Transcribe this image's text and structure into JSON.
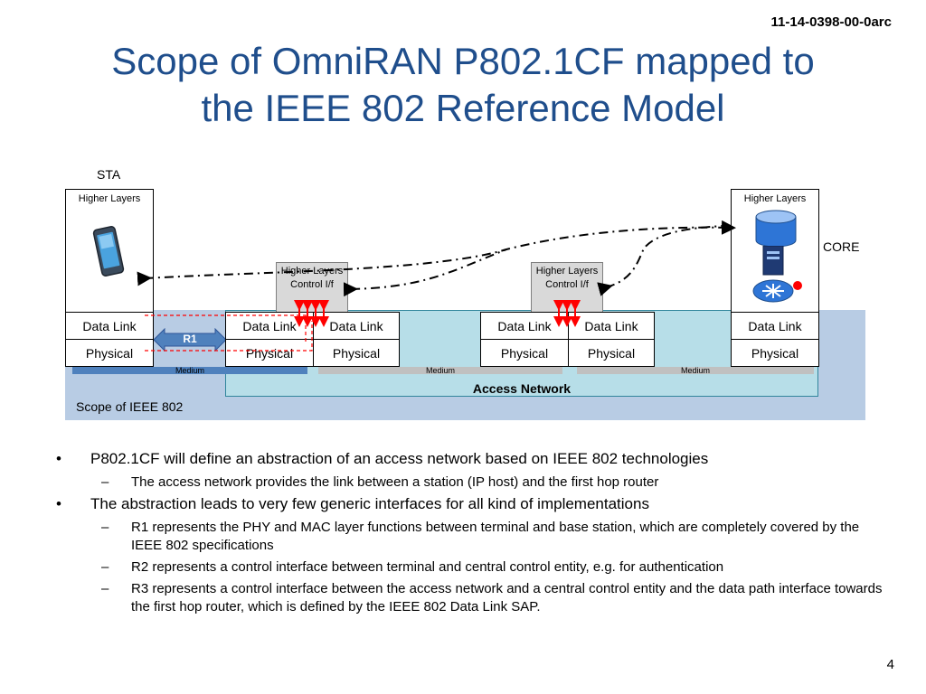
{
  "doc_id": "11-14-0398-00-0arc",
  "title_line1": "Scope of OmniRAN P802.1CF mapped to",
  "title_line2": "the IEEE 802 Reference Model",
  "diagram": {
    "sta_label": "STA",
    "core_label": "CORE",
    "higher_layers": "Higher Layers",
    "control_if_line1": "Higher Layers",
    "control_if_line2": "Control I/f",
    "data_link": "Data Link",
    "physical": "Physical",
    "medium": "Medium",
    "r1": "R1",
    "access_network": "Access Network",
    "scope_ieee802": "Scope of IEEE 802"
  },
  "bullets": [
    {
      "text": "P802.1CF will define an abstraction of an access network based on IEEE 802 technologies",
      "sub": [
        "The access network provides the link between a station (IP host) and the first hop router"
      ]
    },
    {
      "text": "The abstraction leads to very few generic interfaces for all kind of implementations",
      "sub": [
        "R1 represents the PHY and MAC layer functions between terminal and base station, which are completely covered by the IEEE 802 specifications",
        "R2 represents a control interface between terminal and central control entity, e.g. for authentication",
        "R3 represents a control interface between the access network and a central control entity and the data path interface towards the first hop router, which is defined by the IEEE 802 Data Link SAP."
      ]
    }
  ],
  "page_number": "4",
  "colors": {
    "title": "#1f4e8c",
    "scope_bg": "#b8cce4",
    "access_bg": "#b7dee8",
    "arrow_red": "#ff0000"
  }
}
